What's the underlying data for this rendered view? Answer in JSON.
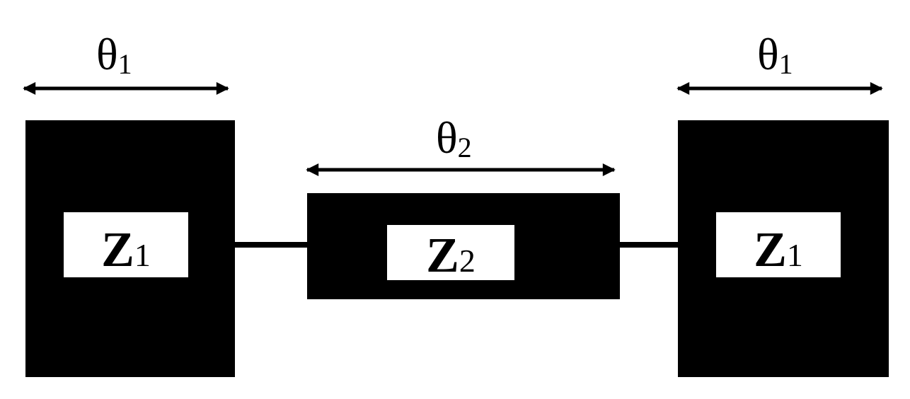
{
  "colors": {
    "block": "#000000",
    "label_box": "#ffffff",
    "arrow": "#000000"
  },
  "sections": {
    "left": {
      "impedance_symbol": "Z",
      "impedance_index": "1",
      "length_symbol": "θ",
      "length_index": "1"
    },
    "middle": {
      "impedance_symbol": "Z",
      "impedance_index": "2",
      "length_symbol": "θ",
      "length_index": "2"
    },
    "right": {
      "impedance_symbol": "Z",
      "impedance_index": "1",
      "length_symbol": "θ",
      "length_index": "1"
    }
  }
}
